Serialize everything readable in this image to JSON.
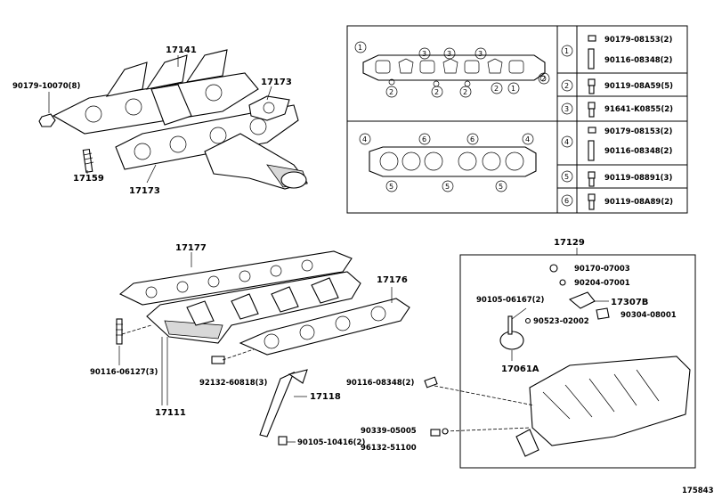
{
  "parts": {
    "p17141": "17141",
    "p90179_10070": "90179-10070(8)",
    "p17173_top": "17173",
    "p17173_bottom": "17173",
    "p17159": "17159",
    "p17177": "17177",
    "p17176": "17176",
    "p90116_06127": "90116-06127(3)",
    "p92132_60818": "92132-60818(3)",
    "p17111": "17111",
    "p17118": "17118",
    "p90105_10416": "90105-10416(2)",
    "p90116_08348": "90116-08348(2)",
    "p90339_05005": "90339-05005",
    "p96132_51100": "96132-51100",
    "p17129": "17129",
    "p90170_07003": "90170-07003",
    "p90204_07001": "90204-07001",
    "p90105_06167": "90105-06167(2)",
    "p17307B": "17307B",
    "p90523_02002": "90523-02002",
    "p90304_08001": "90304-08001",
    "p17061A": "17061A"
  },
  "diagram_id": "175843",
  "bolt_table": [
    {
      "key": "1",
      "parts": [
        "90179-08153(2)",
        "90116-08348(2)"
      ]
    },
    {
      "key": "2",
      "parts": [
        "90119-08A59(5)"
      ]
    },
    {
      "key": "3",
      "parts": [
        "91641-K0855(2)"
      ]
    },
    {
      "key": "4",
      "parts": [
        "90179-08153(2)",
        "90116-08348(2)"
      ]
    },
    {
      "key": "5",
      "parts": [
        "90119-08891(3)"
      ]
    },
    {
      "key": "6",
      "parts": [
        "90119-08A89(2)"
      ]
    }
  ],
  "gasket_callouts": {
    "top": [
      "1",
      "2",
      "3",
      "2",
      "3",
      "2",
      "3",
      "2",
      "1",
      "2"
    ],
    "bottom": [
      "4",
      "6",
      "6",
      "4",
      "5",
      "5",
      "5"
    ]
  }
}
